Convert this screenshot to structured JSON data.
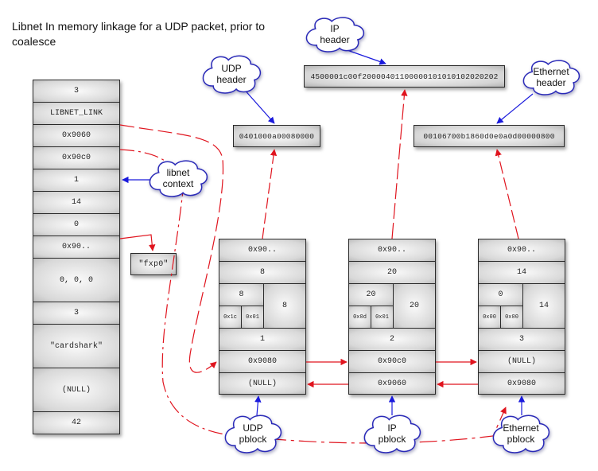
{
  "title": "Libnet In memory linkage for a UDP packet, prior to coalesce",
  "libnet_context": {
    "label": [
      "libnet",
      "context"
    ],
    "fields": [
      "3",
      "LIBNET_LINK",
      "0x9060",
      "0x90c0",
      "1",
      "14",
      "0",
      "0x90..",
      "0, 0, 0",
      "3",
      "\"cardshark\"",
      "(NULL)",
      "42"
    ]
  },
  "device_box": "\"fxp0\"",
  "headers": {
    "udp": {
      "label": [
        "UDP",
        "header"
      ],
      "hex": "0401000a00080000"
    },
    "ip": {
      "label": [
        "IP",
        "header"
      ],
      "hex": "4500001c00f20000401100000101010102020202"
    },
    "ethernet": {
      "label": [
        "Ethernet",
        "header"
      ],
      "hex": "00106700b1860d0e0a0d00000800"
    }
  },
  "pblocks": [
    {
      "name": "udp",
      "label": [
        "UDP",
        "pblock"
      ],
      "buf": "0x90..",
      "b_len": "8",
      "h_len": "8",
      "copied": "8",
      "sub_a": "0x1c",
      "sub_b": "0x01",
      "type": "1",
      "next": "0x9080",
      "prev": "(NULL)"
    },
    {
      "name": "ip",
      "label": [
        "IP",
        "pblock"
      ],
      "buf": "0x90..",
      "b_len": "20",
      "h_len": "20",
      "copied": "20",
      "sub_a": "0x0d",
      "sub_b": "0x01",
      "type": "2",
      "next": "0x90c0",
      "prev": "0x9060"
    },
    {
      "name": "ethernet",
      "label": [
        "Ethernet",
        "pblock"
      ],
      "buf": "0x90..",
      "b_len": "14",
      "h_len": "0",
      "copied": "14",
      "sub_a": "0x00",
      "sub_b": "0x00",
      "type": "3",
      "next": "(NULL)",
      "prev": "0x9080"
    }
  ],
  "colors": {
    "pointer": "#e0141e",
    "label_arrow": "#1a1adc",
    "cloud_border": "#2a2ab8"
  }
}
